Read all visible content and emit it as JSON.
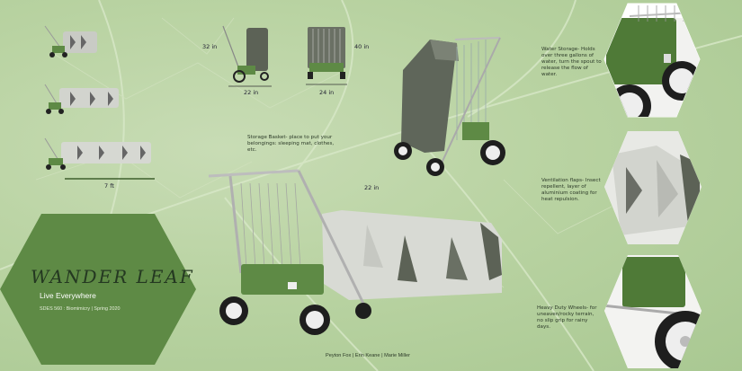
{
  "project": {
    "title": "WANDER LEAF",
    "tagline": "Live Everywhere",
    "course": "SDES 560 : Biomimicry | Spring 2020",
    "authors": "Peyton Fox | Erin Keane | Marie Miller"
  },
  "dimensions": {
    "height": "32 in",
    "width": "22 in",
    "depth_height": "40 in",
    "depth_width": "24 in",
    "length": "7 ft",
    "main_width": "22 in"
  },
  "callouts": {
    "storage_basket": "Storage Basket- place to put your belongings: sleeping mat, clothes, etc.",
    "water_storage": "Water Storage- Holds over three gallons of water, turn the spout to release the flow of water.",
    "ventilation": "Ventilation flaps- Insect repellent, layer of aluminium coating for heat repulsion.",
    "wheels": "Heavy Duty Wheels- for uneaven/rocky terrain, no slip grip for rainy days."
  },
  "colors": {
    "leaf_green": "#5e8a45",
    "background": "#b9d3a2",
    "shell_gray": "#d6d8d2",
    "dark_shell": "#5c6256"
  }
}
